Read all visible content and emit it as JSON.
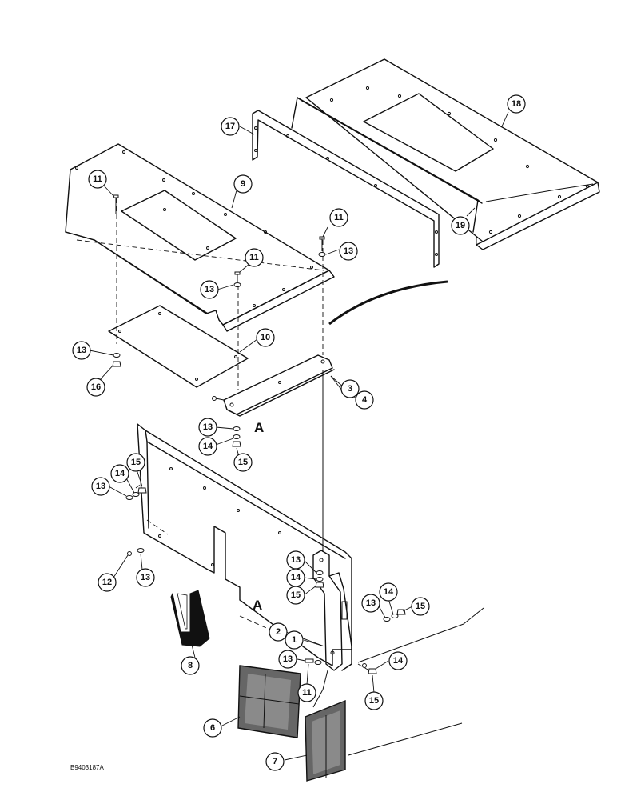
{
  "figure": {
    "reference_code": "B9403187A",
    "section_marks": [
      "A",
      "A"
    ]
  },
  "callouts": [
    {
      "id": "c1",
      "label": "1"
    },
    {
      "id": "c2",
      "label": "2"
    },
    {
      "id": "c3",
      "label": "3"
    },
    {
      "id": "c4",
      "label": "4"
    },
    {
      "id": "c6",
      "label": "6"
    },
    {
      "id": "c7",
      "label": "7"
    },
    {
      "id": "c8",
      "label": "8"
    },
    {
      "id": "c9",
      "label": "9"
    },
    {
      "id": "c10",
      "label": "10"
    },
    {
      "id": "c11a",
      "label": "11"
    },
    {
      "id": "c11b",
      "label": "11"
    },
    {
      "id": "c11c",
      "label": "11"
    },
    {
      "id": "c11d",
      "label": "11"
    },
    {
      "id": "c12",
      "label": "12"
    },
    {
      "id": "c13a",
      "label": "13"
    },
    {
      "id": "c13b",
      "label": "13"
    },
    {
      "id": "c13c",
      "label": "13"
    },
    {
      "id": "c13d",
      "label": "13"
    },
    {
      "id": "c13e",
      "label": "13"
    },
    {
      "id": "c13f",
      "label": "13"
    },
    {
      "id": "c13g",
      "label": "13"
    },
    {
      "id": "c13h",
      "label": "13"
    },
    {
      "id": "c13i",
      "label": "13"
    },
    {
      "id": "c14a",
      "label": "14"
    },
    {
      "id": "c14b",
      "label": "14"
    },
    {
      "id": "c14c",
      "label": "14"
    },
    {
      "id": "c14d",
      "label": "14"
    },
    {
      "id": "c14e",
      "label": "14"
    },
    {
      "id": "c15a",
      "label": "15"
    },
    {
      "id": "c15b",
      "label": "15"
    },
    {
      "id": "c15c",
      "label": "15"
    },
    {
      "id": "c15d",
      "label": "15"
    },
    {
      "id": "c15e",
      "label": "15"
    },
    {
      "id": "c16",
      "label": "16"
    },
    {
      "id": "c17",
      "label": "17"
    },
    {
      "id": "c18",
      "label": "18"
    },
    {
      "id": "c19",
      "label": "19"
    }
  ]
}
